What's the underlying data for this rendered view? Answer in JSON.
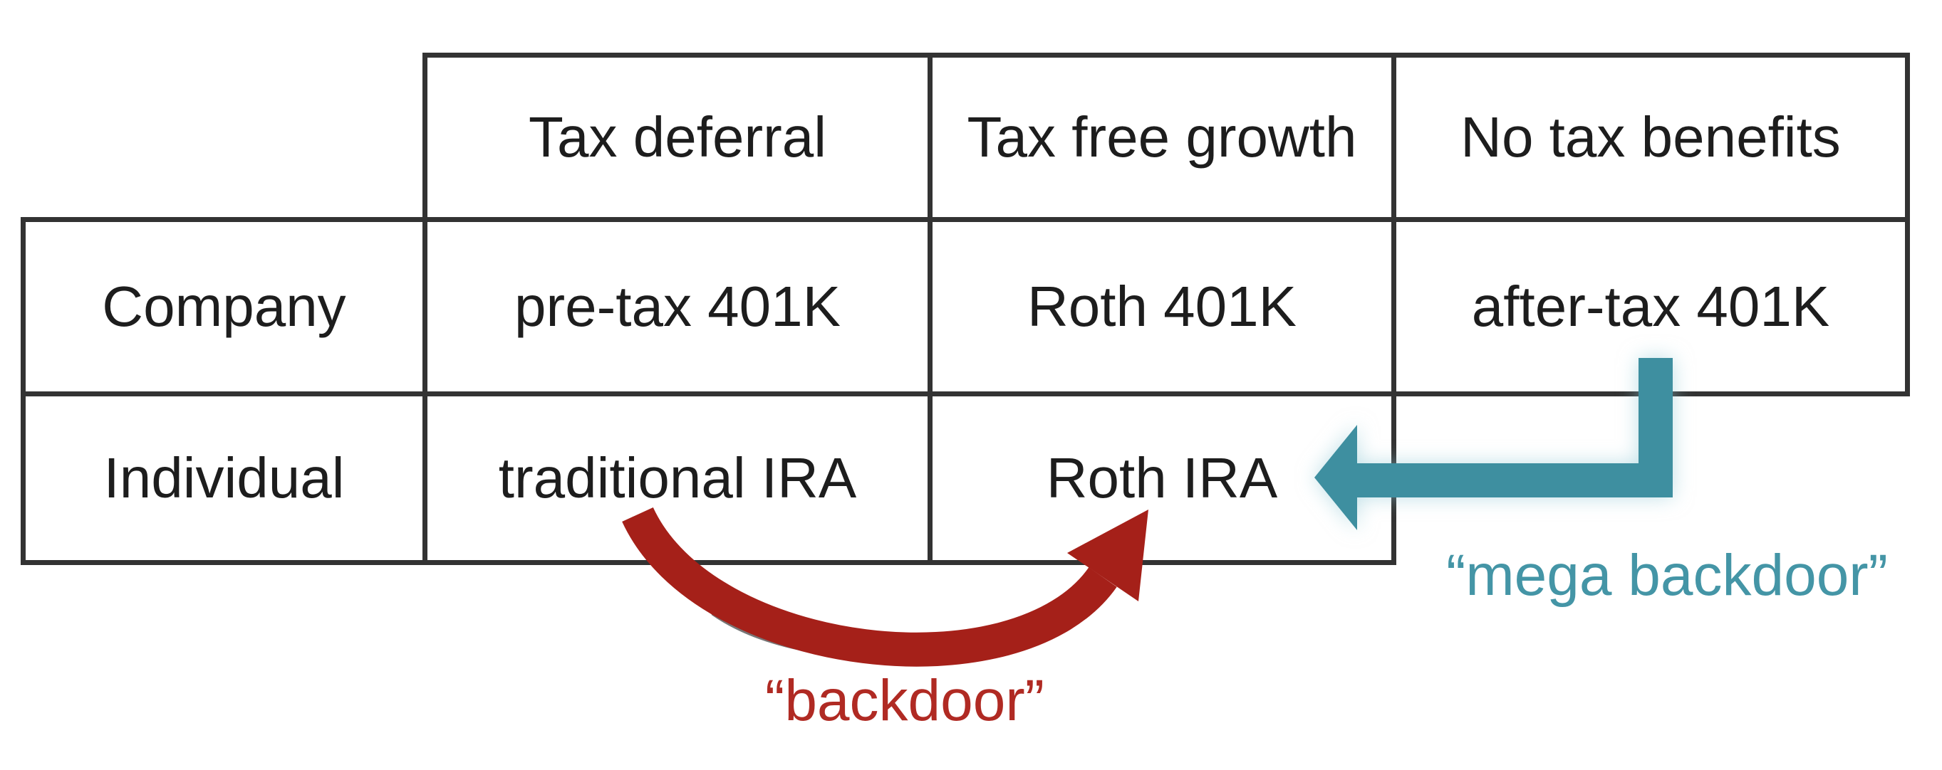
{
  "table": {
    "column_headers": [
      "Tax deferral",
      "Tax free growth",
      "No tax benefits"
    ],
    "rows": [
      {
        "label": "Company",
        "cells": [
          "pre-tax 401K",
          "Roth 401K",
          "after-tax 401K"
        ]
      },
      {
        "label": "Individual",
        "cells": [
          "traditional IRA",
          "Roth IRA",
          ""
        ]
      }
    ]
  },
  "annotations": {
    "backdoor_label": "“backdoor”",
    "mega_backdoor_label": "“mega backdoor”"
  },
  "arrows": [
    {
      "name": "backdoor-arrow",
      "from": "traditional IRA",
      "to": "Roth IRA",
      "color": "#a52019"
    },
    {
      "name": "mega-backdoor-arrow",
      "from": "after-tax 401K",
      "to": "Roth IRA",
      "color": "#3e8fa0"
    }
  ],
  "colors": {
    "red_arrow": "#a52019",
    "red_arrow_shadow": "#4a4a4a",
    "red_label": "#b02a23",
    "teal_arrow": "#3e8fa0",
    "teal_label": "#4495a6",
    "grid_line": "#333333",
    "cell_text": "#1d1d1d",
    "background": "#ffffff"
  }
}
